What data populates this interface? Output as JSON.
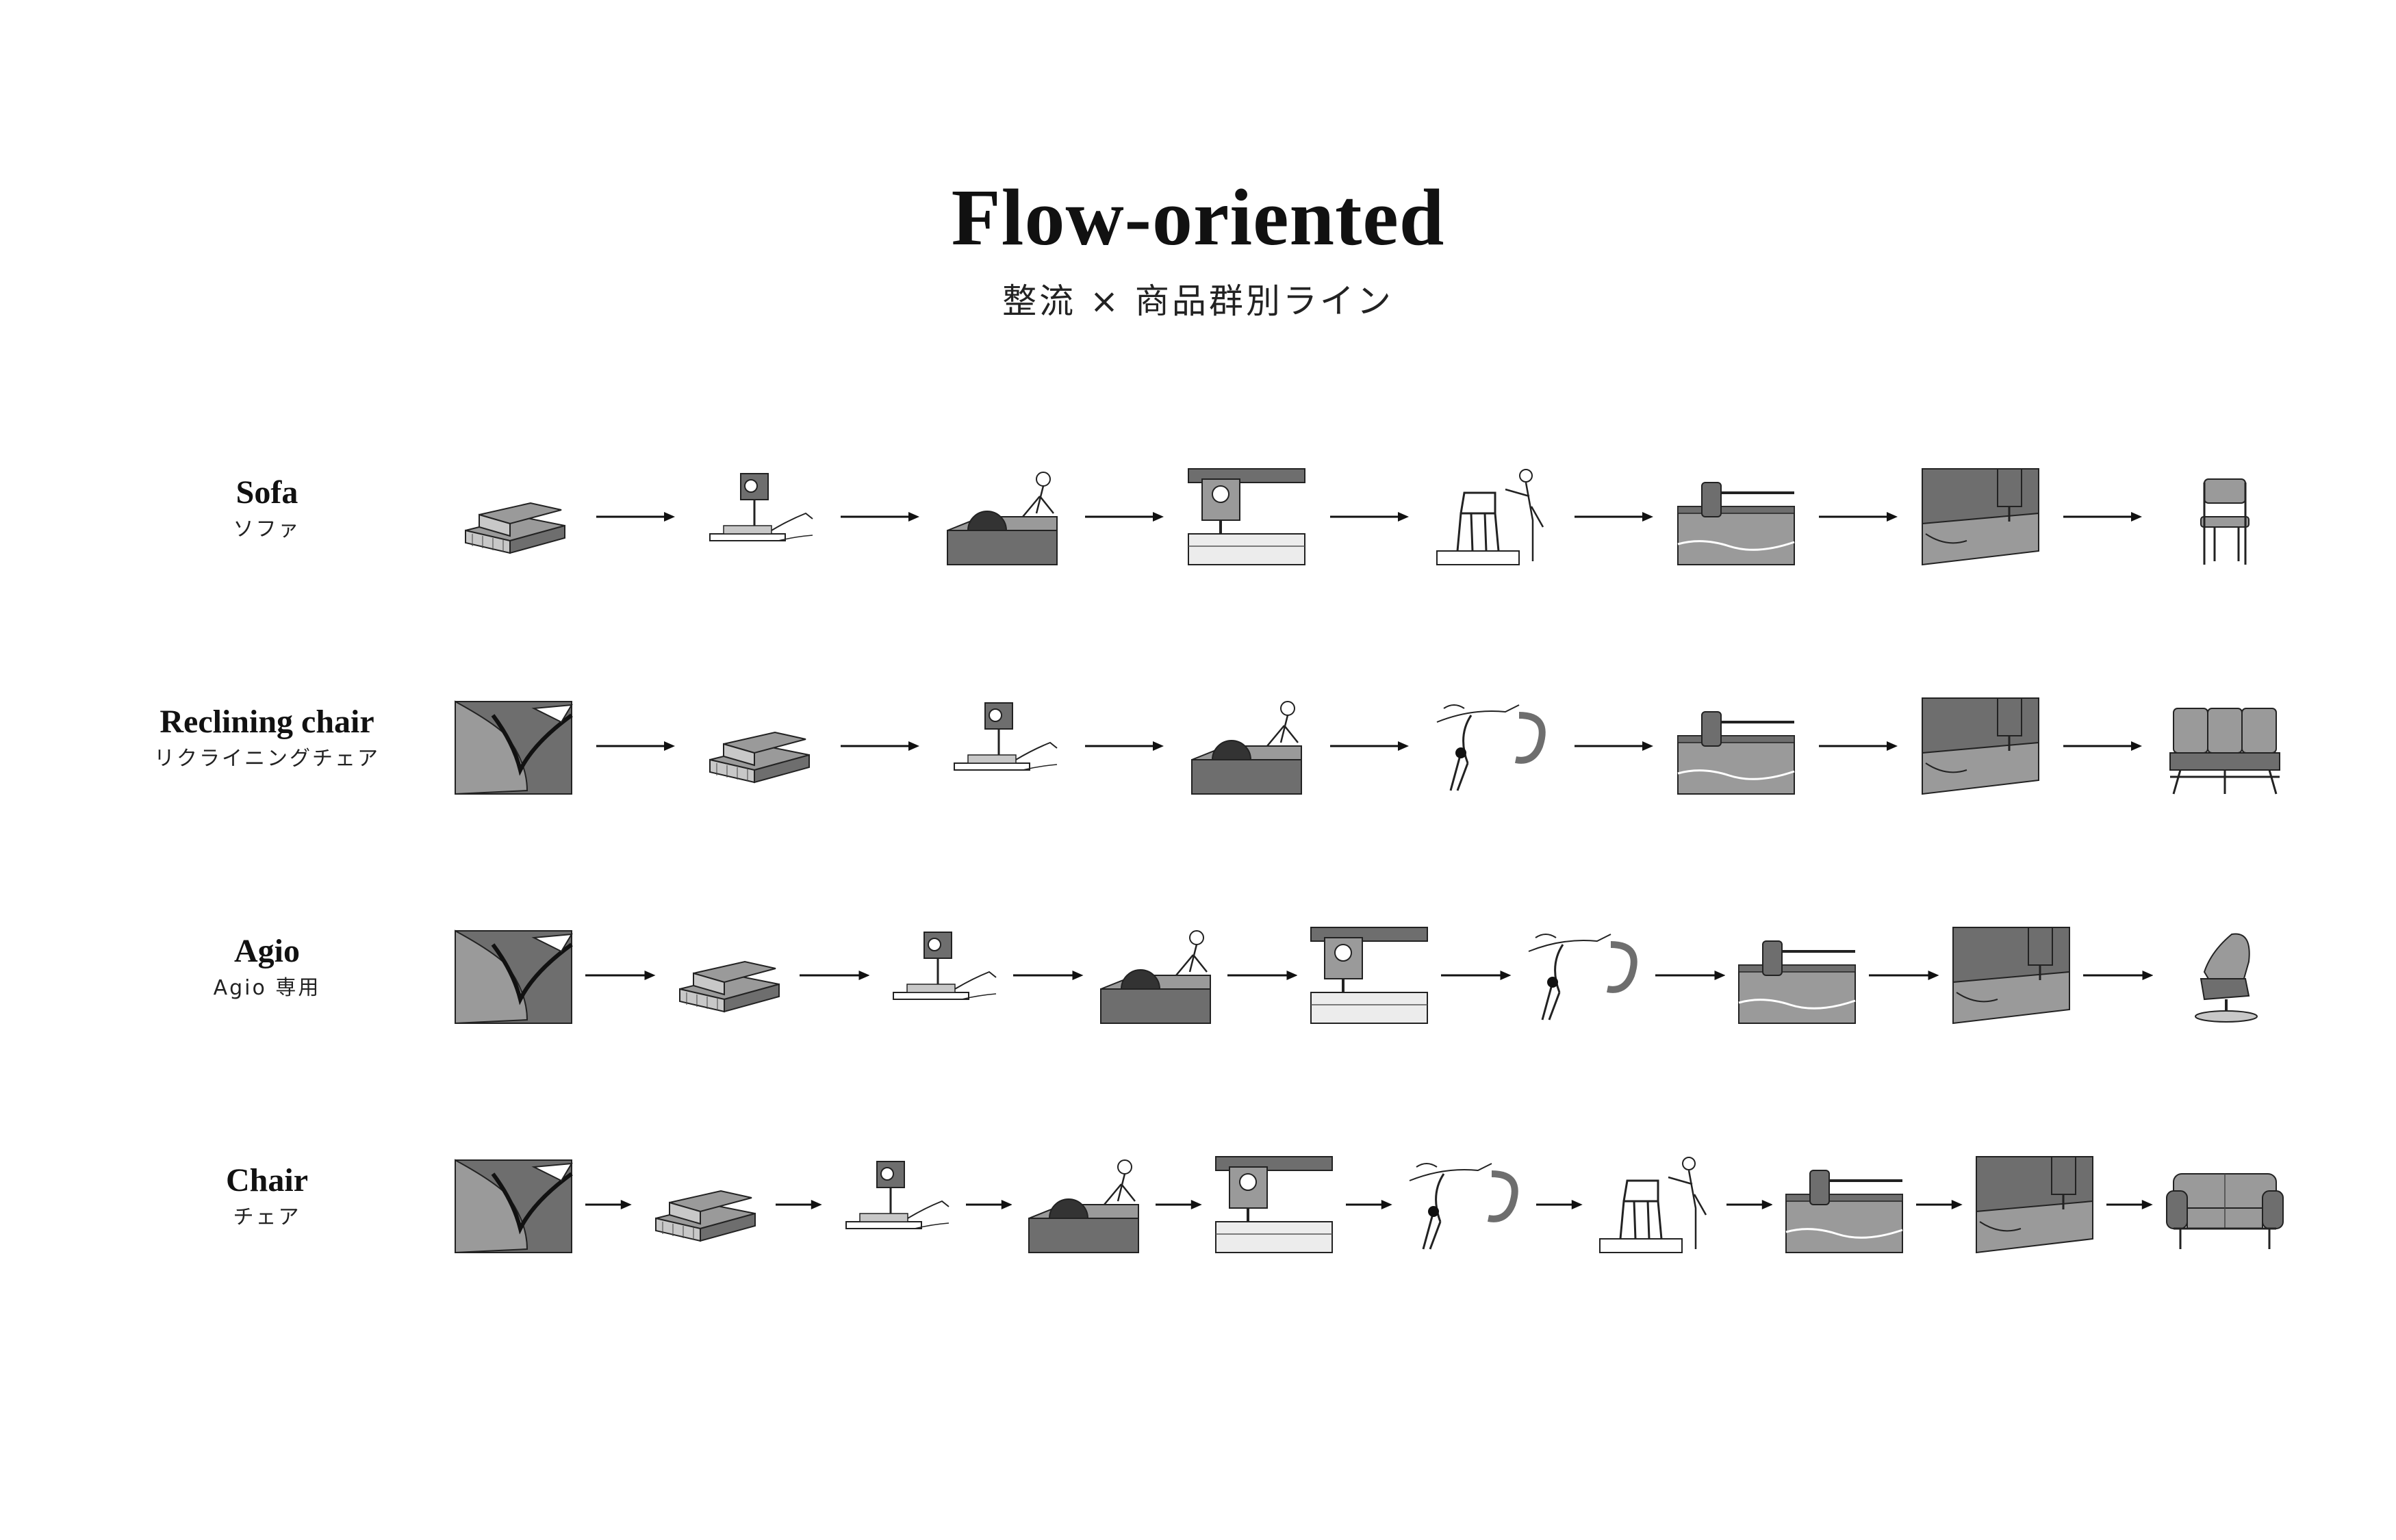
{
  "header": {
    "title": "Flow-oriented",
    "subtitle": "整流 × 商品群別ライン"
  },
  "rows": [
    {
      "name": "Sofa",
      "jp": "ソファ",
      "steps": [
        "wood-stack",
        "bandsaw",
        "table-saw",
        "router",
        "chair-frame",
        "cnc-cutter",
        "sewing",
        "chair-product"
      ]
    },
    {
      "name": "Reclining chair",
      "jp": "リクライニングチェア",
      "steps": [
        "leather-hide",
        "wood-stack",
        "bandsaw",
        "table-saw",
        "spring-hook",
        "cnc-cutter",
        "sewing",
        "reclining-sofa-product"
      ]
    },
    {
      "name": "Agio",
      "jp": "Agio 専用",
      "steps": [
        "leather-hide",
        "wood-stack",
        "bandsaw",
        "table-saw",
        "router",
        "spring-hook",
        "cnc-cutter",
        "sewing",
        "agio-recliner-product"
      ]
    },
    {
      "name": "Chair",
      "jp": "チェア",
      "steps": [
        "leather-hide",
        "wood-stack",
        "bandsaw",
        "table-saw",
        "router",
        "spring-hook",
        "chair-frame",
        "cnc-cutter",
        "sewing",
        "sofa-product"
      ]
    }
  ],
  "colors": {
    "dark": "#6e6e6e",
    "mid": "#9a9a9a",
    "light": "#c8c8c8",
    "line": "#111111"
  }
}
